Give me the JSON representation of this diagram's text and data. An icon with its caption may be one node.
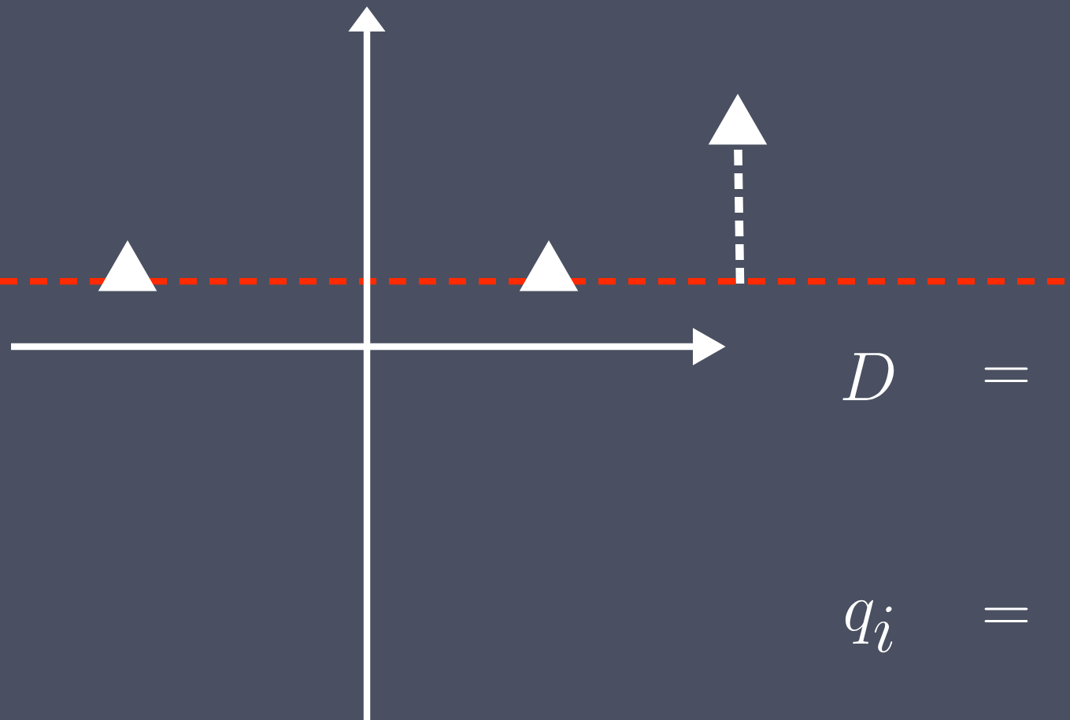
{
  "diagram": {
    "nodes": [
      {
        "text": [],
        "shape": "triangle"
      },
      {
        "text": [],
        "shape": "triangle"
      },
      {
        "text": [],
        "shape": "triangle"
      }
    ],
    "edges": [
      {
        "from": null,
        "to": 2,
        "arrow": "none",
        "style": "dashed"
      }
    ],
    "labels": [
      "D",
      "=",
      "q_i",
      "="
    ]
  }
}
